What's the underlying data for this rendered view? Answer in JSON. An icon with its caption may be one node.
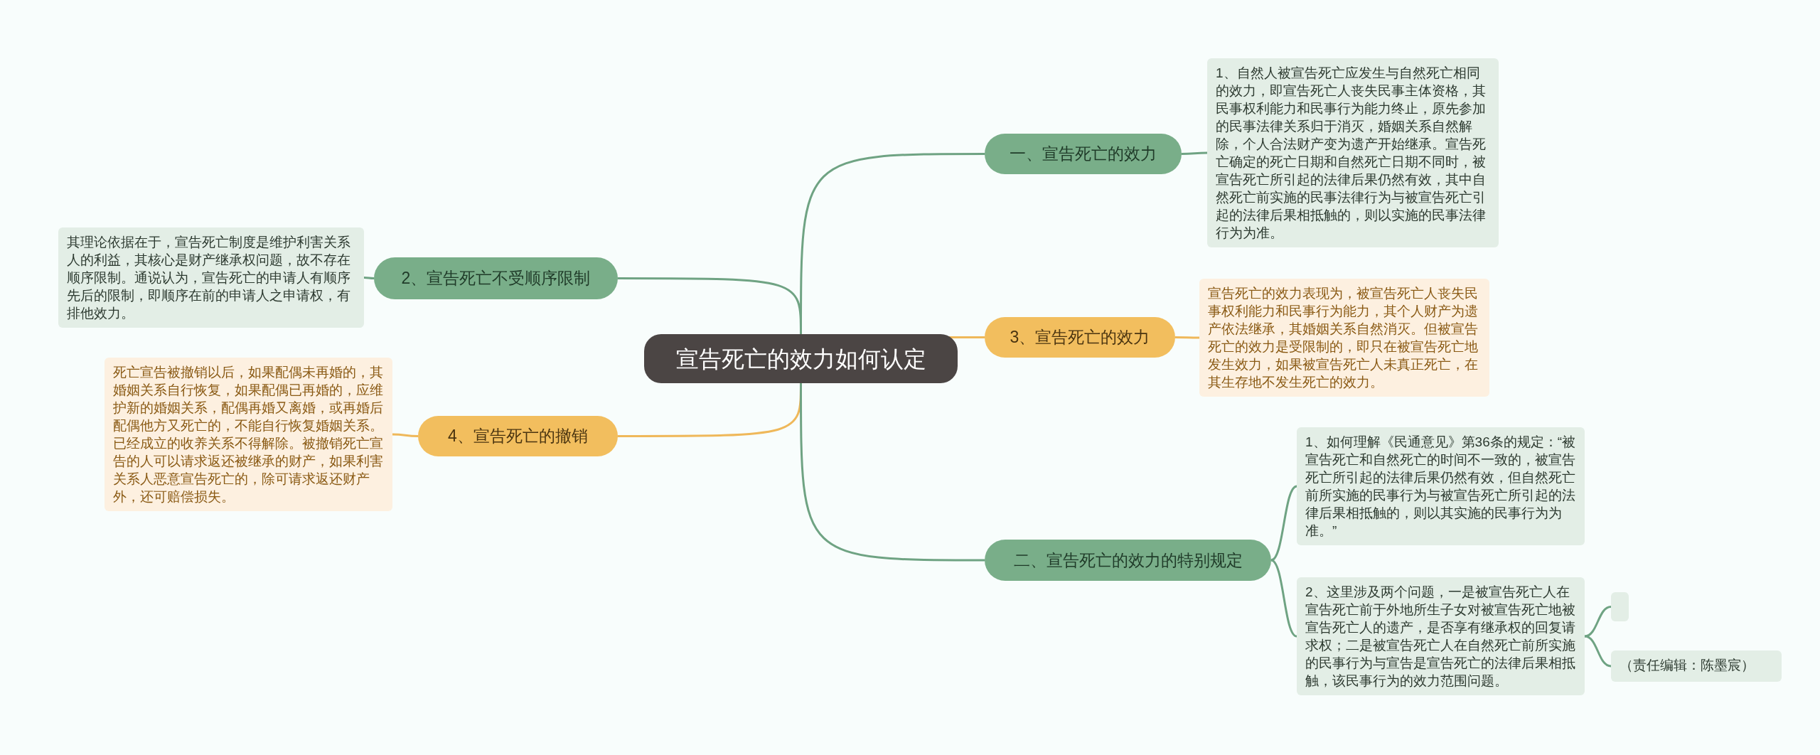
{
  "diagram": {
    "nodes": [
      {
        "text": [
          "宣告死亡的效力如何认定"
        ]
      },
      {
        "text": [
          "一、宣告死亡的效力"
        ]
      },
      {
        "text": [
          "1、自然人被宣告死亡应发生与自然死亡相同的效力，即宣告死亡人丧失民事主体资格，其民事权利能力和民事行为能力终止，原先参加的民事法律关系归于消灭，婚姻关系自然解除，个人合法财产变为遗产开始继承。宣告死亡确定的死亡日期和自然死亡日期不同时，被宣告死亡所引起的法律后果仍然有效，其中自然死亡前实施的民事法律行为与被宣告死亡引起的法律后果相抵触的，则以实施的民事法律行为为准。"
        ]
      },
      {
        "text": [
          "2、宣告死亡不受顺序限制"
        ]
      },
      {
        "text": [
          "其理论依据在于，宣告死亡制度是维护利害关系人的利益，其核心是财产继承权问题，故不存在顺序限制。通说认为，宣告死亡的申请人有顺序先后的限制，即顺序在前的申请人之申请权，有排他效力。"
        ]
      },
      {
        "text": [
          "3、宣告死亡的效力"
        ]
      },
      {
        "text": [
          "宣告死亡的效力表现为，被宣告死亡人丧失民事权利能力和民事行为能力，其个人财产为遗产依法继承，其婚姻关系自然消灭。但被宣告死亡的效力是受限制的，即只在被宣告死亡地发生效力，如果被宣告死亡人未真正死亡，在其生存地不发生死亡的效力。"
        ]
      },
      {
        "text": [
          "4、宣告死亡的撤销"
        ]
      },
      {
        "text": [
          "死亡宣告被撤销以后，如果配偶未再婚的，其婚姻关系自行恢复，如果配偶已再婚的，应维护新的婚姻关系，配偶再婚又离婚，或再婚后配偶他方又死亡的，不能自行恢复婚姻关系。已经成立的收养关系不得解除。被撤销死亡宣告的人可以请求返还被继承的财产，如果利害关系人恶意宣告死亡的，除可请求返还财产外，还可赔偿损失。"
        ]
      },
      {
        "text": [
          "二、宣告死亡的效力的特别规定"
        ]
      },
      {
        "text": [
          "1、如何理解《民通意见》第36条的规定：“被宣告死亡和自然死亡的时间不一致的，被宣告死亡所引起的法律后果仍然有效，但自然死亡前所实施的民事行为与被宣告死亡所引起的法律后果相抵触的，则以其实施的民事行为为准。”"
        ]
      },
      {
        "text": [
          "2、这里涉及两个问题，一是被宣告死亡人在宣告死亡前于外地所生子女对被宣告死亡地被宣告死亡人的遗产，是否享有继承权的回复请求权；二是被宣告死亡人在自然死亡前所实施的民事行为与宣告是宣告死亡的法律后果相抵触，该民事行为的效力范围问题。"
        ]
      },
      {
        "text": [],
        "shape": "box"
      },
      {
        "text": [
          "（责任编辑：陈墨宸）"
        ]
      }
    ],
    "edges": [
      {
        "from": 0,
        "to": 1,
        "arrow": "none"
      },
      {
        "from": 1,
        "to": 2,
        "arrow": "none"
      },
      {
        "from": 0,
        "to": 3,
        "arrow": "none"
      },
      {
        "from": 3,
        "to": 4,
        "arrow": "none"
      },
      {
        "from": 0,
        "to": 5,
        "arrow": "none",
        "color": "#efb85a"
      },
      {
        "from": 5,
        "to": 6,
        "arrow": "none",
        "color": "#efb85a"
      },
      {
        "from": 0,
        "to": 7,
        "arrow": "none",
        "color": "#efb85a"
      },
      {
        "from": 7,
        "to": 8,
        "arrow": "none",
        "color": "#efb85a"
      },
      {
        "from": 0,
        "to": 9,
        "arrow": "none"
      },
      {
        "from": 9,
        "to": 10,
        "arrow": "none"
      },
      {
        "from": 9,
        "to": 11,
        "arrow": "none"
      },
      {
        "from": 11,
        "to": 12,
        "arrow": "none"
      },
      {
        "from": 11,
        "to": 13,
        "arrow": "none"
      }
    ]
  }
}
